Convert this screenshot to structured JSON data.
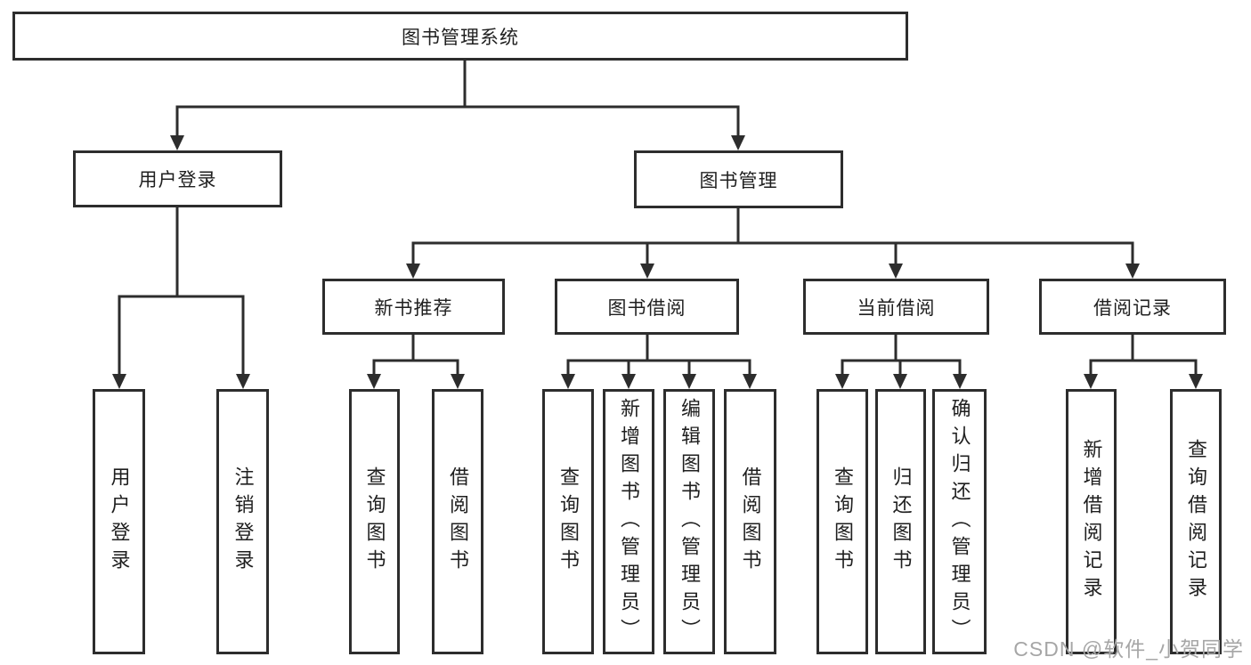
{
  "diagram": {
    "root": {
      "label": "图书管理系统"
    },
    "login": {
      "label": "用户登录",
      "children": [
        {
          "label": "用户登录"
        },
        {
          "label": "注销登录"
        }
      ]
    },
    "manage": {
      "label": "图书管理",
      "groups": [
        {
          "label": "新书推荐",
          "children": [
            {
              "label": "查询图书"
            },
            {
              "label": "借阅图书"
            }
          ]
        },
        {
          "label": "图书借阅",
          "children": [
            {
              "label": "查询图书"
            },
            {
              "label": "新增图书（管理员）"
            },
            {
              "label": "编辑图书（管理员）"
            },
            {
              "label": "借阅图书"
            }
          ]
        },
        {
          "label": "当前借阅",
          "children": [
            {
              "label": "查询图书"
            },
            {
              "label": "归还图书"
            },
            {
              "label": "确认归还（管理员）"
            }
          ]
        },
        {
          "label": "借阅记录",
          "children": [
            {
              "label": "新增借阅记录"
            },
            {
              "label": "查询借阅记录"
            }
          ]
        }
      ]
    }
  },
  "watermark": "CSDN @软件_小贺同学",
  "colors": {
    "line": "#2d2d2d",
    "text": "#1f1f1f",
    "watermark": "#a6a6a6",
    "background": "#ffffff"
  }
}
